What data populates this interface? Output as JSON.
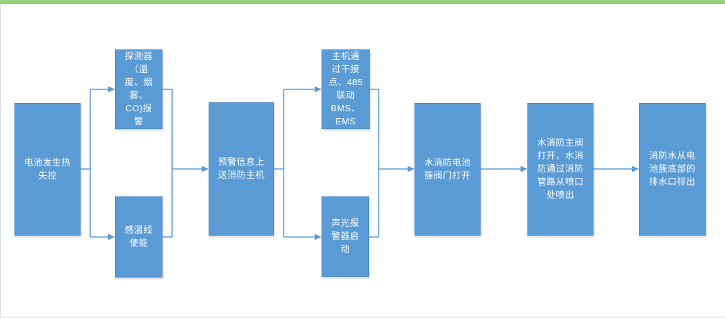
{
  "page": {
    "background_color": "#ffffff",
    "top_bar_color": "#9ccf7c",
    "edge_line_color": "#d9d9d9"
  },
  "flowchart": {
    "box_fill_color": "#5b9bd5",
    "box_border_color": "#4e8ac0",
    "connector_color": "#5b9bd5",
    "text_color": "#ffffff",
    "nodes": [
      {
        "id": "battery-thermal-runaway",
        "label": "电池发生热失控"
      },
      {
        "id": "detector-alarm",
        "label": "探测器（温度、烟雾、CO)报警"
      },
      {
        "id": "heat-sensing-cable-enable",
        "label": "感温线使能"
      },
      {
        "id": "warning-info-to-fire-host",
        "label": "预警信息上送消防主机"
      },
      {
        "id": "host-dry-contact-485-linkage",
        "label": "主机通过干接点、485联动BMS、EMS"
      },
      {
        "id": "sound-light-alarm-start",
        "label": "声光报警器启动"
      },
      {
        "id": "cluster-valve-open",
        "label": "水消防电池簇阀门打开"
      },
      {
        "id": "main-valve-open-spray",
        "label": "水消防主阀打开，水消防通过消防管路从喷口处喷出"
      },
      {
        "id": "fire-water-discharge",
        "label": "消防水从电池簇底部的排水口排出"
      }
    ]
  }
}
